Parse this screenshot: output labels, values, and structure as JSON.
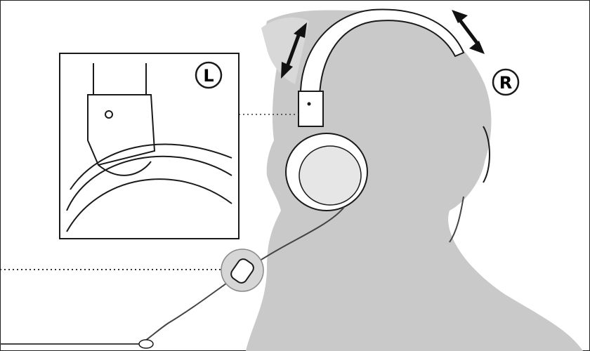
{
  "labels": {
    "left": "L",
    "right": "R"
  },
  "colors": {
    "silhouette": "#c9c9c9",
    "line": "#1a1a1a",
    "background": "#ffffff"
  },
  "icons": [
    "adjust-arrow-icon",
    "left-side-marker",
    "right-side-marker",
    "inline-remote"
  ]
}
